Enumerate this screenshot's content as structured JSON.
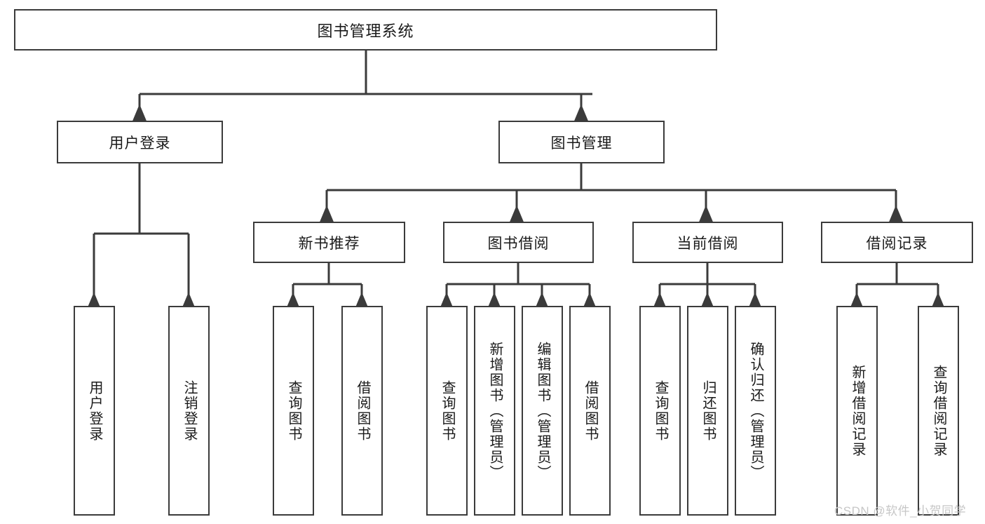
{
  "diagram": {
    "title": "图书管理系统",
    "watermark": "CSDN @软件_小贺同学",
    "colors": {
      "box_border": "#3b3b3b",
      "box_fill": "#ffffff",
      "line": "#3b3b3b",
      "text": "#1a1a1a",
      "watermark": "#c7c7c7"
    },
    "levels": {
      "root": {
        "label": "图书管理系统"
      },
      "level2": [
        {
          "label": "用户登录"
        },
        {
          "label": "图书管理"
        }
      ],
      "level3": [
        {
          "label": "新书推荐"
        },
        {
          "label": "图书借阅"
        },
        {
          "label": "当前借阅"
        },
        {
          "label": "借阅记录"
        }
      ],
      "leaves": [
        {
          "label": "用户登录",
          "parent": "用户登录"
        },
        {
          "label": "注销登录",
          "parent": "用户登录"
        },
        {
          "label": "查询图书",
          "parent": "新书推荐"
        },
        {
          "label": "借阅图书",
          "parent": "新书推荐"
        },
        {
          "label": "查询图书",
          "parent": "图书借阅"
        },
        {
          "label": "新增图书（管理员）",
          "parent": "图书借阅"
        },
        {
          "label": "编辑图书（管理员）",
          "parent": "图书借阅"
        },
        {
          "label": "借阅图书",
          "parent": "图书借阅"
        },
        {
          "label": "查询图书",
          "parent": "当前借阅"
        },
        {
          "label": "归还图书",
          "parent": "当前借阅"
        },
        {
          "label": "确认归还（管理员）",
          "parent": "当前借阅"
        },
        {
          "label": "新增借阅记录",
          "parent": "借阅记录"
        },
        {
          "label": "查询借阅记录",
          "parent": "借阅记录"
        }
      ]
    }
  }
}
